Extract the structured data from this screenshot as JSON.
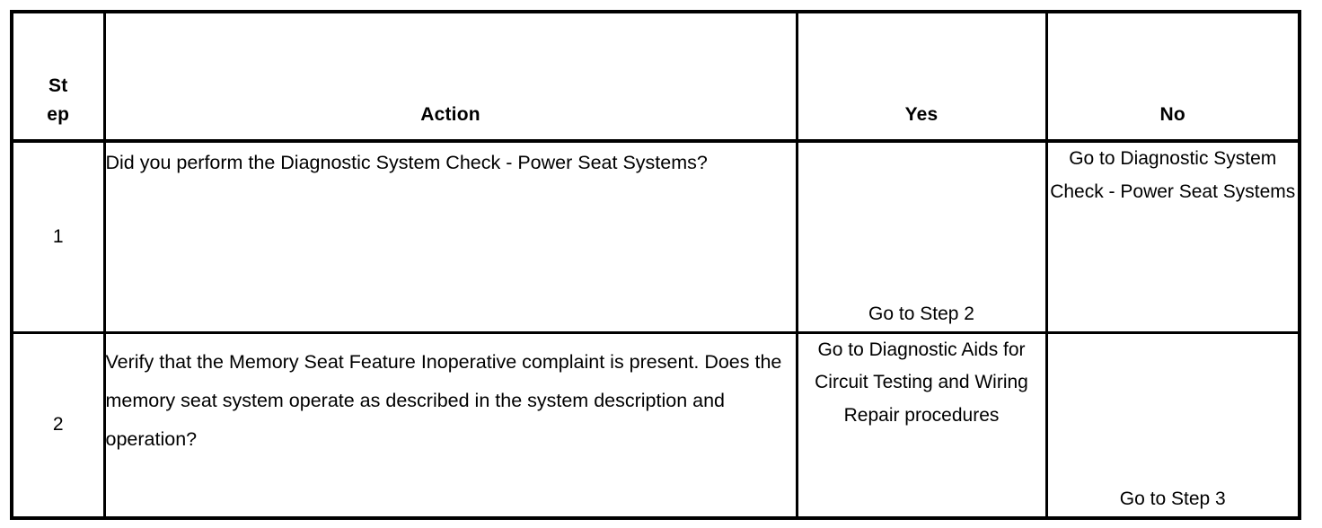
{
  "table": {
    "headers": {
      "step": "Step",
      "action": "Action",
      "yes": "Yes",
      "no": "No"
    },
    "rows": [
      {
        "step": "1",
        "action": "Did you perform the Diagnostic System Check - Power Seat Systems?",
        "yes": "Go to Step 2",
        "no": "Go to Diagnostic System Check - Power Seat Systems"
      },
      {
        "step": "2",
        "action": "Verify that the Memory Seat Feature Inoperative complaint is present. Does the memory seat system operate as described in the system description and operation?",
        "yes": "Go to Diagnostic Aids for Circuit Testing and Wiring Repair procedures",
        "no": "Go to Step 3"
      }
    ]
  }
}
